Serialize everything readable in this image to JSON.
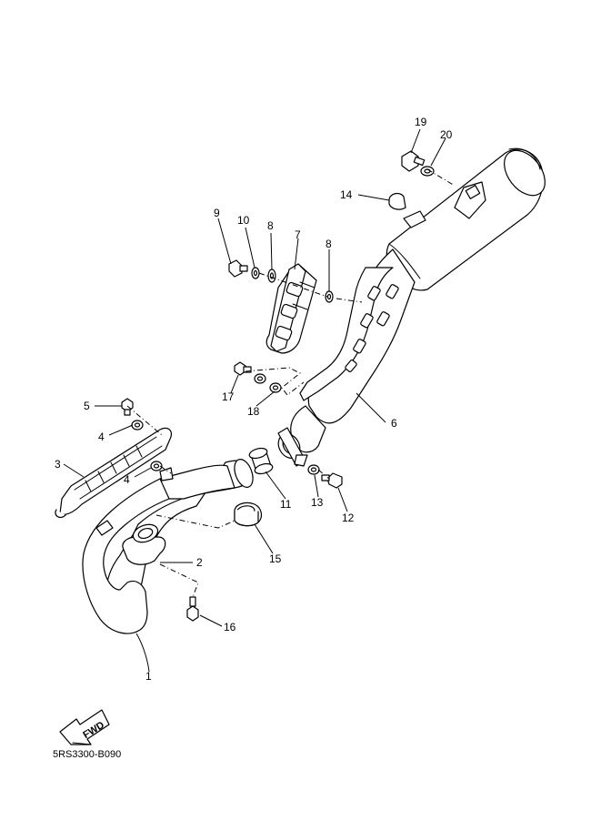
{
  "diagram_code": "5RS3300-B090",
  "fwd_label": "FWD",
  "callouts": {
    "c1": "1",
    "c2": "2",
    "c3": "3",
    "c4a": "4",
    "c4b": "4",
    "c5": "5",
    "c6": "6",
    "c7": "7",
    "c8a": "8",
    "c8b": "8",
    "c9": "9",
    "c10": "10",
    "c11": "11",
    "c12": "12",
    "c13": "13",
    "c14": "14",
    "c15": "15",
    "c16": "16",
    "c17": "17",
    "c18": "18",
    "c19": "19",
    "c20": "20"
  }
}
